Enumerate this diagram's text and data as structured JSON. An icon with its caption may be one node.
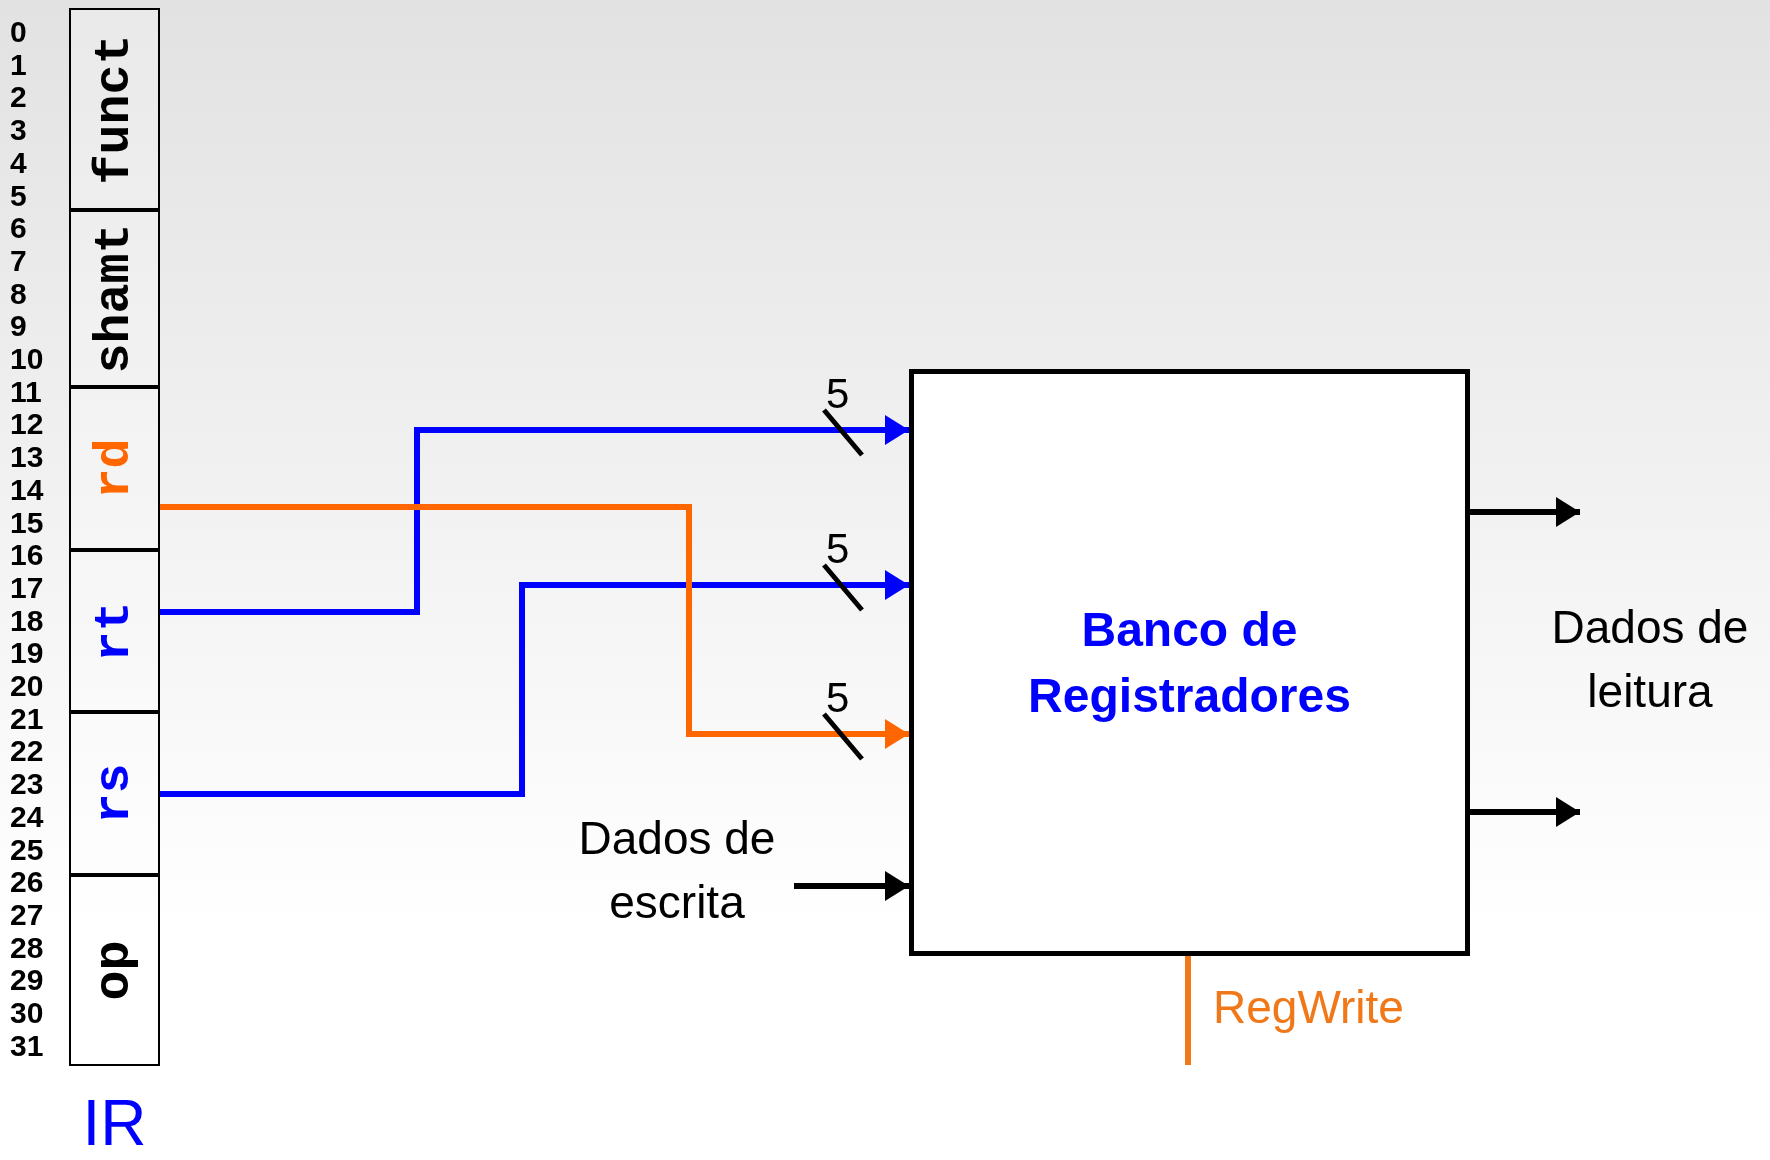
{
  "diagram": {
    "nodes": [
      {
        "text": [
          "IR"
        ]
      },
      {
        "text": [
          "funct"
        ],
        "in": 0
      },
      {
        "text": [
          "shamt"
        ],
        "in": 0
      },
      {
        "text": [
          "rd"
        ],
        "in": 0
      },
      {
        "text": [
          "rt"
        ],
        "in": 0
      },
      {
        "text": [
          "rs"
        ],
        "in": 0
      },
      {
        "text": [
          "op"
        ],
        "in": 0
      },
      {
        "text": [
          "Banco de Registradores"
        ]
      },
      {
        "text": [
          "Dados de escrita"
        ]
      }
    ],
    "edges": [
      {
        "from": 4,
        "to": 7,
        "arrow": "to",
        "label": "5",
        "color": "#0000ff"
      },
      {
        "from": 5,
        "to": 7,
        "arrow": "to",
        "label": "5",
        "color": "#0000ff"
      },
      {
        "from": 3,
        "to": 7,
        "arrow": "to",
        "label": "5",
        "color": "#ff6600"
      },
      {
        "from": 8,
        "to": 7,
        "arrow": "to"
      },
      {
        "from": 7,
        "to": null,
        "arrow": "to"
      },
      {
        "from": 7,
        "to": null,
        "arrow": "to"
      },
      {
        "from": null,
        "to": 7,
        "arrow": "none",
        "label": "RegWrite",
        "color": "#f07818"
      }
    ],
    "labels": [
      "0",
      "1",
      "2",
      "3",
      "4",
      "5",
      "6",
      "7",
      "8",
      "9",
      "10",
      "11",
      "12",
      "13",
      "14",
      "15",
      "16",
      "17",
      "18",
      "19",
      "20",
      "21",
      "22",
      "23",
      "24",
      "25",
      "26",
      "27",
      "28",
      "29",
      "30",
      "31",
      "Dados de leitura"
    ]
  }
}
